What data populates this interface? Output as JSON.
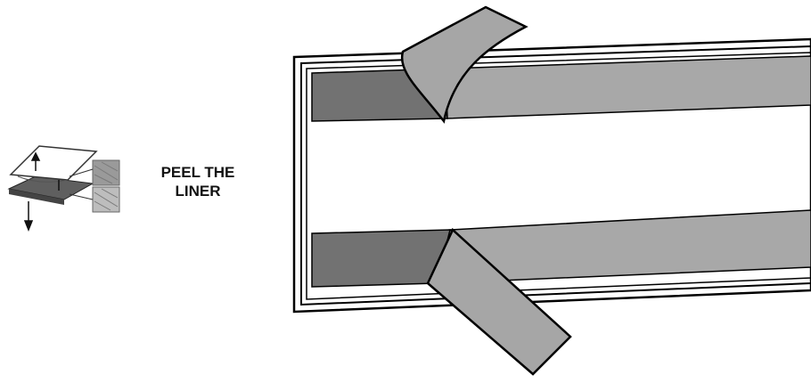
{
  "instruction": {
    "line1": "PEEL THE",
    "line2": "LINER"
  },
  "colors": {
    "tape_dark": "#6f6f6f",
    "liner_light": "#a9a9a9",
    "outline": "#000000",
    "background": "#ffffff"
  },
  "icons": {
    "thumbnail": "peel-apart-icon",
    "panel": "tape-panel-illustration"
  }
}
